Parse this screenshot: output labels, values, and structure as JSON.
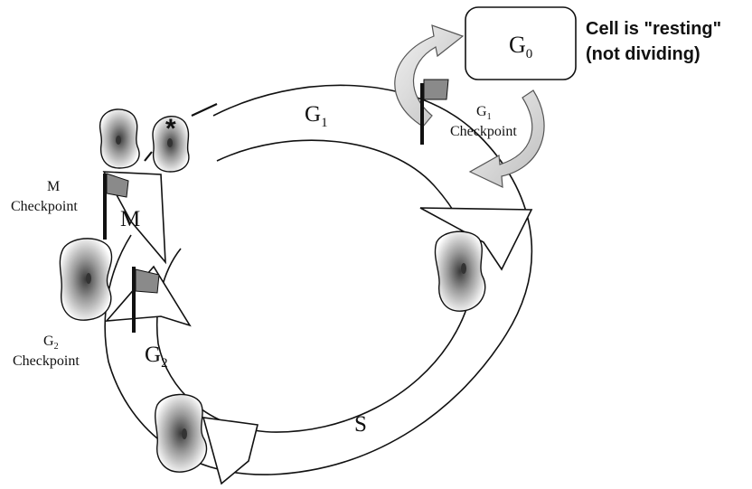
{
  "phases": {
    "g0": {
      "base": "G",
      "sub": "0"
    },
    "g1": {
      "base": "G",
      "sub": "1"
    },
    "s": {
      "label": "S"
    },
    "g2": {
      "base": "G",
      "sub": "2"
    },
    "m": {
      "label": "M"
    }
  },
  "resting_note": {
    "line1": "Cell is \"resting\"",
    "line2": "(not dividing)"
  },
  "checkpoints": {
    "g1": {
      "base": "G",
      "sub": "1",
      "label": "Checkpoint"
    },
    "g2": {
      "base": "G",
      "sub": "2",
      "label": "Checkpoint"
    },
    "m": {
      "name": "M",
      "label": "Checkpoint"
    }
  },
  "asterisk": "*",
  "colors": {
    "line": "#111111",
    "flag": "#8a8a8a",
    "curved_arrow": "#d0d0d0",
    "nucleus": "#333333"
  }
}
